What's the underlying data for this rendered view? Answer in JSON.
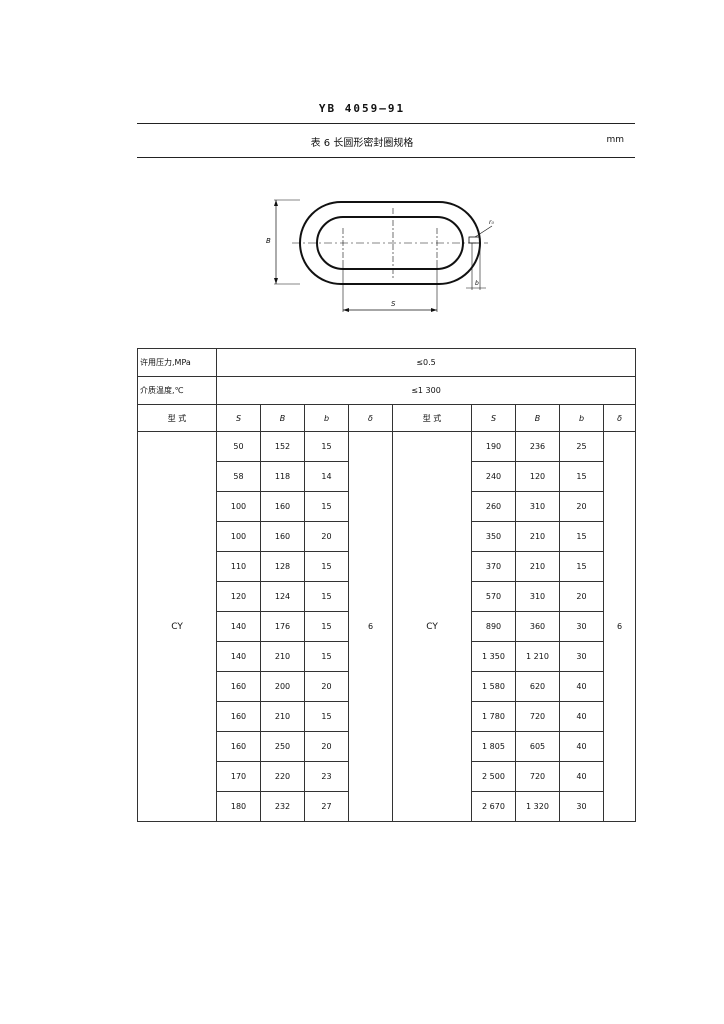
{
  "header": {
    "standard": "YB 4059—91"
  },
  "caption": {
    "title": "表 6 长圆形密封圈规格",
    "unit": "mm"
  },
  "diagram": {
    "labels": {
      "B": "B",
      "S": "S",
      "b": "b",
      "r": "r₀"
    }
  },
  "table": {
    "pressure_label": "许用压力,MPa",
    "pressure_value": "≤0.5",
    "temp_label": "介质温度,℃",
    "temp_value": "≤1 300",
    "col_type": "型 式",
    "col_S": "S",
    "col_B": "B",
    "col_b": "b",
    "col_delta": "δ",
    "left": {
      "type": "CY",
      "delta": "6",
      "rows": [
        {
          "S": "50",
          "B": "152",
          "b": "15"
        },
        {
          "S": "58",
          "B": "118",
          "b": "14"
        },
        {
          "S": "100",
          "B": "160",
          "b": "15"
        },
        {
          "S": "100",
          "B": "160",
          "b": "20"
        },
        {
          "S": "110",
          "B": "128",
          "b": "15"
        },
        {
          "S": "120",
          "B": "124",
          "b": "15"
        },
        {
          "S": "140",
          "B": "176",
          "b": "15"
        },
        {
          "S": "140",
          "B": "210",
          "b": "15"
        },
        {
          "S": "160",
          "B": "200",
          "b": "20"
        },
        {
          "S": "160",
          "B": "210",
          "b": "15"
        },
        {
          "S": "160",
          "B": "250",
          "b": "20"
        },
        {
          "S": "170",
          "B": "220",
          "b": "23"
        },
        {
          "S": "180",
          "B": "232",
          "b": "27"
        }
      ]
    },
    "right": {
      "type": "CY",
      "delta": "6",
      "rows": [
        {
          "S": "190",
          "B": "236",
          "b": "25"
        },
        {
          "S": "240",
          "B": "120",
          "b": "15"
        },
        {
          "S": "260",
          "B": "310",
          "b": "20"
        },
        {
          "S": "350",
          "B": "210",
          "b": "15"
        },
        {
          "S": "370",
          "B": "210",
          "b": "15"
        },
        {
          "S": "570",
          "B": "310",
          "b": "20"
        },
        {
          "S": "890",
          "B": "360",
          "b": "30"
        },
        {
          "S": "1 350",
          "B": "1 210",
          "b": "30"
        },
        {
          "S": "1 580",
          "B": "620",
          "b": "40"
        },
        {
          "S": "1 780",
          "B": "720",
          "b": "40"
        },
        {
          "S": "1 805",
          "B": "605",
          "b": "40"
        },
        {
          "S": "2 500",
          "B": "720",
          "b": "40"
        },
        {
          "S": "2 670",
          "B": "1 320",
          "b": "30"
        }
      ]
    }
  }
}
